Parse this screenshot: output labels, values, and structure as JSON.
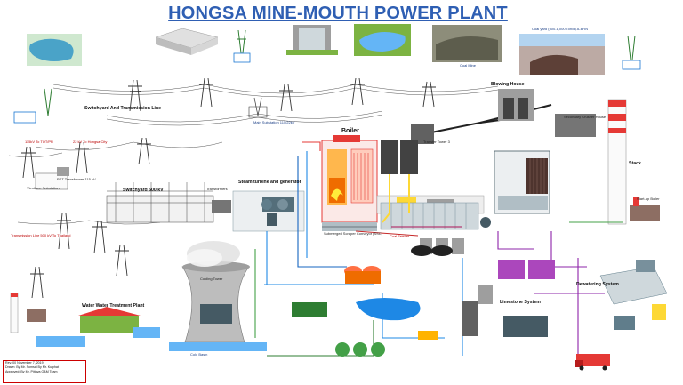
{
  "title": "HONGSA MINE-MOUTH POWER PLANT",
  "colors": {
    "title": "#2f5fb3",
    "steam": "#e53935",
    "water": "#1e88e5",
    "coal": "#fdd835",
    "ash": "#8e24aa",
    "lime": "#43a047",
    "boiler": "#ef6c00"
  },
  "labels": {
    "switchyard_transmission": "Switchyard And Transmission Line",
    "main_substation": "Main Substation 115/22kV",
    "switchyard_500": "Switchyard 500 kV",
    "transmission_500": "Transmission Line 500 kV To Thailand",
    "vientiane_sub": "Vientiane Substation",
    "transformer_115": "115kV To TOT/PR",
    "line_22": "22 kV To Hongsa City",
    "pst_transformer": "PST Transformer 115 kV",
    "transformers": "Transformers",
    "steam_turbine": "Steam turbine and generator",
    "boiler": "Boiler",
    "cooling_tower": "Cooling Tower",
    "water_treatment": "Water Water Treatment Plant",
    "limestone_system": "Limestone System",
    "dewatering_system": "Dewatering System",
    "stack": "Stack",
    "blowing_house": "Blowing House",
    "crusher_house": "Secondary Crusher House",
    "coal_yard": "Coal yard (500-1,000 Ton/d) A-BRN",
    "coal_mine": "Coal Mine",
    "transfer_tower": "Transfer Tower 3",
    "starting_boiler": "Start-up Boiler",
    "submerged_conveyor": "Submerged Scraper Conveyor (SSC)",
    "coal_feeder": "Coal Feeder",
    "cold_basin": "Cold Basin"
  },
  "revision": {
    "rev": "Rev. 00  November 7, 2019",
    "drawn": "Drawn:     By Mr. Somsai  By Mr. Kulphat",
    "approved": "Approved:  By Mr. Pittaya  O&M Team"
  }
}
